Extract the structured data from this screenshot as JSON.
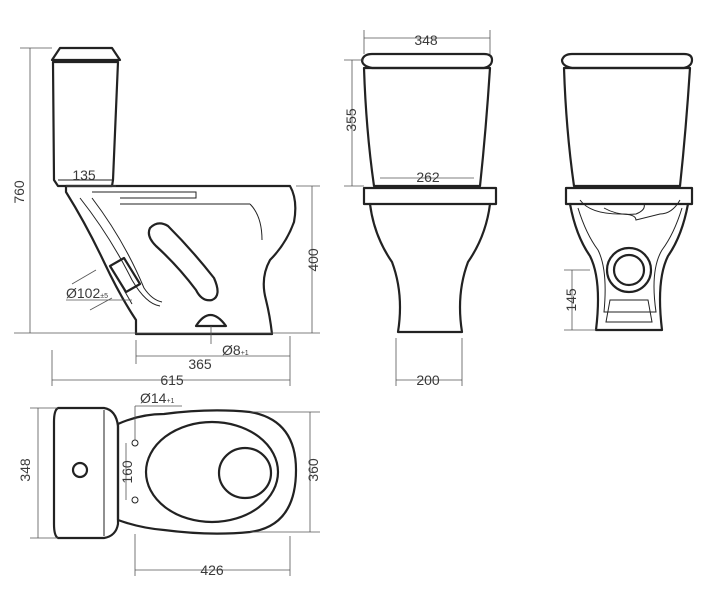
{
  "colors": {
    "ink": "#222222",
    "dim": "#555555",
    "text": "#3a3a3a",
    "background": "#ffffff"
  },
  "side_view": {
    "total_height": "760",
    "tank_offset": "135",
    "bowl_height": "400",
    "outlet_diameter": "Ø102",
    "outlet_tolerance": "±5",
    "depth_to_fixing": "365",
    "fixing_diameter": "Ø8",
    "fixing_tolerance": "+1",
    "total_depth": "615"
  },
  "front_view": {
    "tank_width": "348",
    "tank_height": "355",
    "tank_inner_width": "262",
    "base_width": "200"
  },
  "rear_view": {
    "outlet_height": "145"
  },
  "top_view": {
    "water_inlet_diameter": "Ø14",
    "water_inlet_tolerance": "+1",
    "tank_width": "348",
    "fixing_spacing": "160",
    "bowl_width": "360",
    "bowl_length": "426"
  }
}
